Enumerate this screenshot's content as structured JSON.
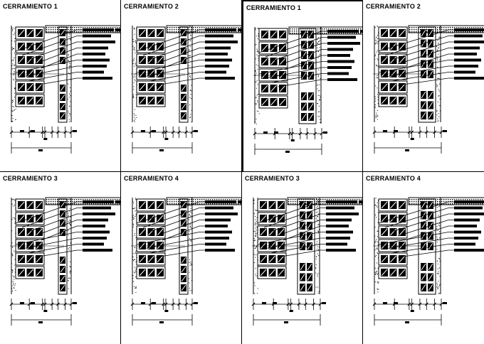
{
  "sheet": {
    "panels": [
      {
        "title": "CERRAMIENTO 1",
        "variant": "a",
        "block": "tall"
      },
      {
        "title": "CERRAMIENTO 2",
        "variant": "b",
        "block": "tall"
      },
      {
        "title": "CERRAMIENTO 1",
        "variant": "a",
        "block": "grid"
      },
      {
        "title": "CERRAMIENTO 2",
        "variant": "b",
        "block": "grid"
      },
      {
        "title": "CERRAMIENTO 3",
        "variant": "a",
        "block": "tall"
      },
      {
        "title": "CERRAMIENTO 4",
        "variant": "b",
        "block": "tall"
      },
      {
        "title": "CERRAMIENTO 3",
        "variant": "a",
        "block": "grid"
      },
      {
        "title": "CERRAMIENTO 4",
        "variant": "b",
        "block": "grid"
      }
    ],
    "colors": {
      "line": "#000000",
      "background": "#ffffff"
    }
  }
}
